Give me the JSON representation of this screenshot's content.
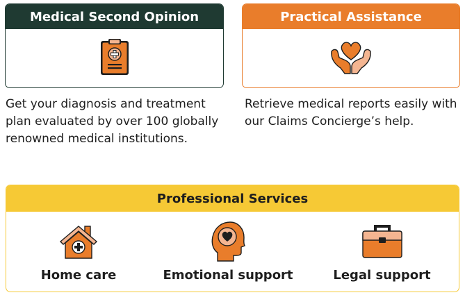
{
  "colors": {
    "dark_green": "#1f3a32",
    "orange": "#e97d2b",
    "yellow": "#f6c935",
    "peach": "#f4b591",
    "text": "#1e1e1e"
  },
  "medical_second_opinion": {
    "title": "Medical Second Opinion",
    "icon": "clipboard-medical-icon",
    "description": "Get your diagnosis and treatment plan evaluated by over 100 globally renowned medical institutions."
  },
  "practical_assistance": {
    "title": "Practical Assistance",
    "icon": "heart-hands-icon",
    "description": "Retrieve medical reports easily with our Claims Concierge’s help."
  },
  "professional_services": {
    "title": "Professional Services",
    "items": [
      {
        "label": "Home care",
        "icon": "home-care-icon"
      },
      {
        "label": "Emotional support",
        "icon": "emotional-support-icon"
      },
      {
        "label": "Legal support",
        "icon": "briefcase-icon"
      }
    ]
  }
}
